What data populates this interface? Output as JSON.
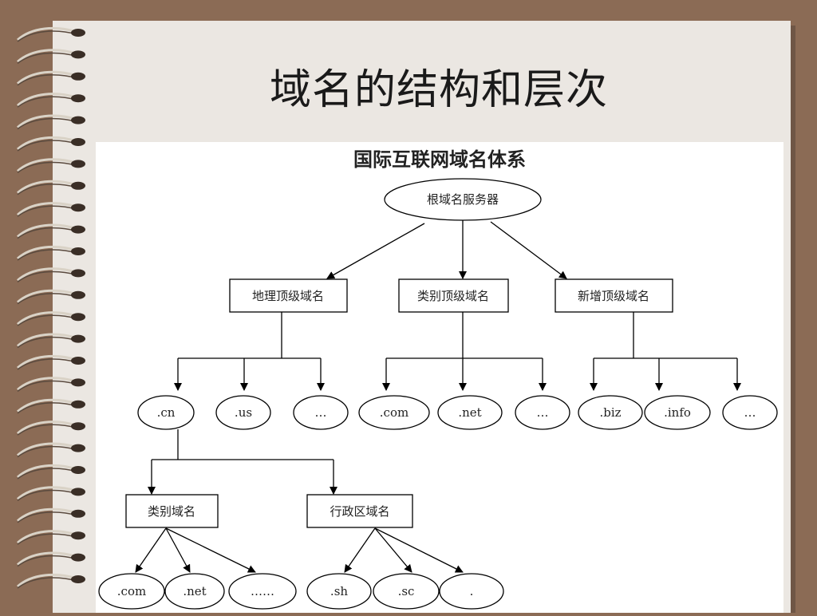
{
  "slide": {
    "title": "域名的结构和层次"
  },
  "diagram": {
    "title": "国际互联网域名体系",
    "root": "根域名服务器",
    "level1": [
      "地理顶级域名",
      "类别顶级域名",
      "新增顶级域名"
    ],
    "geo_children": [
      ".cn",
      ".us",
      "…"
    ],
    "category_children": [
      ".com",
      ".net",
      "…"
    ],
    "new_children": [
      ".biz",
      ".info",
      "…"
    ],
    "cn_children": [
      "类别域名",
      "行政区域名"
    ],
    "cn_category_children": [
      ".com",
      ".net",
      "……"
    ],
    "cn_region_children": [
      ".sh",
      ".sc",
      "."
    ]
  },
  "colors": {
    "background": "#8b6b55",
    "page": "#ebe7e2",
    "line": "#000000"
  },
  "icons": {
    "binding": "spiral-binding-icon"
  }
}
